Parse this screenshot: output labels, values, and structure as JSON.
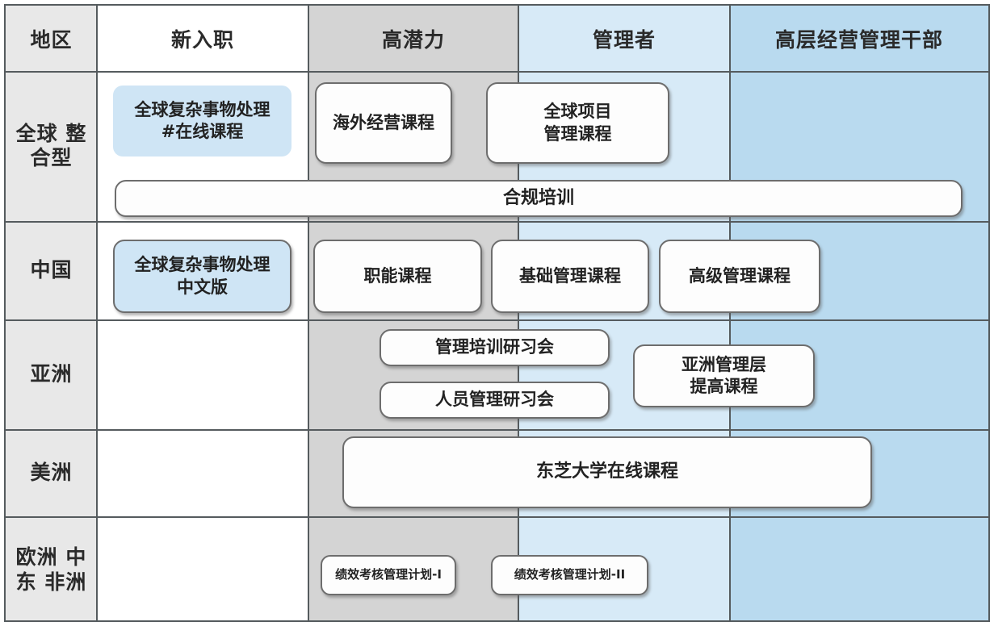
{
  "table": {
    "columns": [
      {
        "id": "region",
        "label": "地区",
        "bg": "#e8e8e8"
      },
      {
        "id": "new-hire",
        "label": "新入职",
        "bg": "#ffffff"
      },
      {
        "id": "high-pot",
        "label": "高潜力",
        "bg": "#d4d4d4"
      },
      {
        "id": "manager",
        "label": "管理者",
        "bg": "#d7eaf7"
      },
      {
        "id": "executive",
        "label": "高层经营管理干部",
        "bg": "#b9daef"
      }
    ],
    "rows": [
      {
        "id": "global",
        "label": "全球\n整合型"
      },
      {
        "id": "china",
        "label": "中国"
      },
      {
        "id": "asia",
        "label": "亚洲"
      },
      {
        "id": "americas",
        "label": "美洲"
      },
      {
        "id": "emea",
        "label": "欧洲\n中东\n非洲"
      }
    ],
    "boxes": [
      {
        "id": "global-complex-online",
        "text": "全球复杂事物处理\n#在线课程",
        "style": "blue-flat"
      },
      {
        "id": "overseas-management",
        "text": "海外经营课程",
        "style": "white"
      },
      {
        "id": "global-project-mgmt",
        "text": "全球项目\n管理课程",
        "style": "white"
      },
      {
        "id": "compliance-training",
        "text": "合规培训",
        "style": "white"
      },
      {
        "id": "global-complex-cn",
        "text": "全球复杂事物处理\n中文版",
        "style": "blue"
      },
      {
        "id": "functional-course",
        "text": "职能课程",
        "style": "white"
      },
      {
        "id": "basic-management",
        "text": "基础管理课程",
        "style": "white"
      },
      {
        "id": "advanced-management",
        "text": "高级管理课程",
        "style": "white"
      },
      {
        "id": "mgmt-training-workshop",
        "text": "管理培训研习会",
        "style": "white"
      },
      {
        "id": "people-mgmt-workshop",
        "text": "人员管理研习会",
        "style": "white"
      },
      {
        "id": "asia-mgmt-advance",
        "text": "亚洲管理层\n提高课程",
        "style": "white"
      },
      {
        "id": "toshiba-univ-online",
        "text": "东芝大学在线课程",
        "style": "white"
      },
      {
        "id": "perf-mgmt-plan-1",
        "text": "绩效考核管理计划-I",
        "style": "white-small"
      },
      {
        "id": "perf-mgmt-plan-2",
        "text": "绩效考核管理计划-II",
        "style": "white-small"
      }
    ]
  },
  "colors": {
    "grid_line": "#555b5e",
    "box_border": "#6d6d6d",
    "accent_blue": "#cfe5f5"
  }
}
